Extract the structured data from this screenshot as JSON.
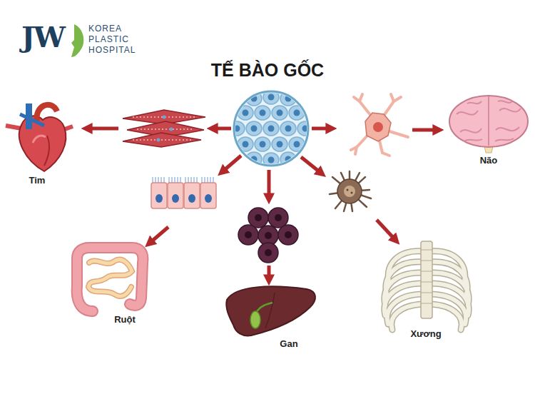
{
  "diagram": {
    "title": "TẾ BÀO GỐC",
    "nodes": [
      {
        "text": [
          "Tim"
        ]
      },
      {
        "text": [
          "Não"
        ]
      },
      {
        "text": [
          "Ruột"
        ]
      },
      {
        "text": [
          "Gan"
        ]
      },
      {
        "text": [
          "Xương"
        ]
      }
    ],
    "labels": [
      "JW",
      "KOREA PLASTIC HOSPITAL"
    ]
  }
}
